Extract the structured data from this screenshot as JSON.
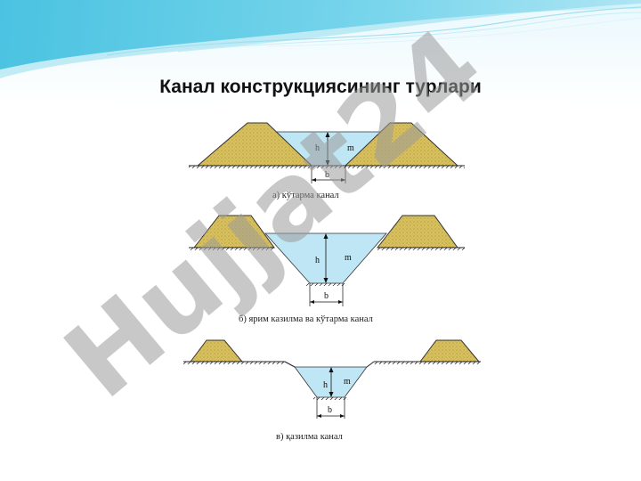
{
  "slide": {
    "title": "Канал конструкциясининг турлари"
  },
  "diagrams": [
    {
      "caption": "а) кўтарма канал",
      "h": "h",
      "m": "m",
      "b": "b"
    },
    {
      "caption": "б) ярим казилма ва кўтарма канал",
      "h": "h",
      "m": "m",
      "b": "b"
    },
    {
      "caption": "в) қазилма канал",
      "h": "h",
      "m": "m",
      "b": "b"
    }
  ],
  "watermark": {
    "text": "Hujjat24"
  },
  "colors": {
    "fill_soil": "#d8c05e",
    "water": "#bfe6f4",
    "water_dark": "#9bd4ea",
    "accent_wave": "#3cc0e0",
    "watermark_orange": "#f6b35a",
    "watermark_gray": "#9a9a9a"
  }
}
